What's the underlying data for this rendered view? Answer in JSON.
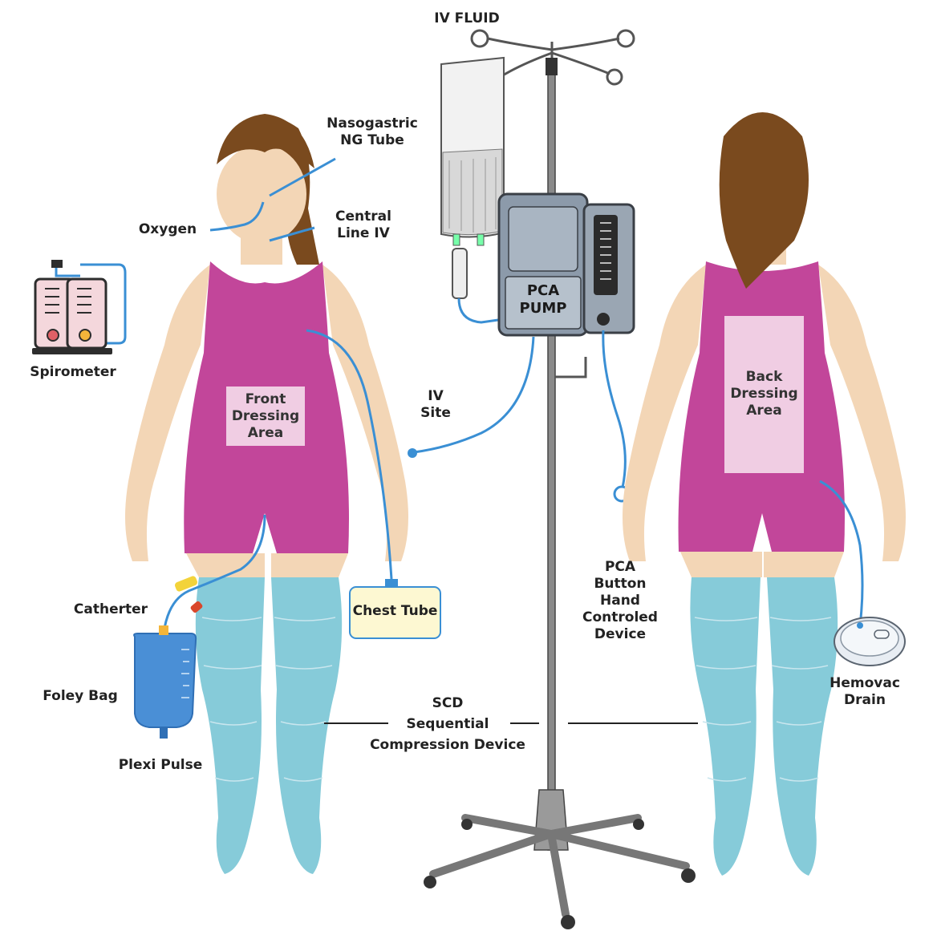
{
  "labels": {
    "iv_fluid": "IV FLUID",
    "ng_tube": [
      "Nasogastric",
      "NG Tube"
    ],
    "oxygen": "Oxygen",
    "central_line": [
      "Central",
      "Line IV"
    ],
    "spirometer": "Spirometer",
    "front_dressing": [
      "Front",
      "Dressing",
      "Area"
    ],
    "iv_site": [
      "IV",
      "Site"
    ],
    "pca_pump": [
      "PCA",
      "PUMP"
    ],
    "back_dressing": [
      "Back",
      "Dressing",
      "Area"
    ],
    "chest_tube": "Chest Tube",
    "catheter": "Catherter",
    "foley_bag": "Foley Bag",
    "plexi_pulse": "Plexi Pulse",
    "pca_button": [
      "PCA",
      "Button",
      "Hand",
      "Controled",
      "Device"
    ],
    "scd": [
      "SCD",
      "Sequential",
      "Compression Device"
    ],
    "hemovac": [
      "Hemovac",
      "Drain"
    ]
  },
  "colors": {
    "tube": "#3a8fd4",
    "garment": "#c2469a",
    "dressing": "#f0cde3",
    "skin": "#f3d6b6",
    "hair": "#7a4a1e",
    "stocking": "#86cbd9",
    "chest_box": "#fdf8d2",
    "pump": "#8c9aaa",
    "foley": "#4a8fd6"
  }
}
